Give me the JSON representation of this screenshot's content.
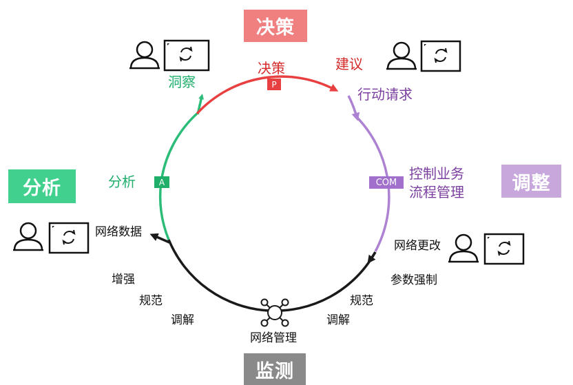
{
  "stages": {
    "decision": "决策",
    "analysis": "分析",
    "adjust": "调整",
    "monitor": "监测"
  },
  "nodes": {
    "p_tag": "P",
    "a_tag": "A",
    "com_tag": "COM"
  },
  "labels": {
    "decision_top": "决策",
    "suggest": "建议",
    "action_request": "行动请求",
    "insight": "洞察",
    "analysis": "分析",
    "control_line1": "控制业务",
    "control_line2": "流程管理",
    "network_data": "网络数据",
    "network_change": "网络更改",
    "enhance": "增强",
    "standard_left": "规范",
    "tune_left": "调解",
    "network_mgmt": "网络管理",
    "param_force": "参数强制",
    "standard_right": "规范",
    "tune_right": "调解"
  },
  "colors": {
    "decision": "#f07f80",
    "analysis": "#42d08f",
    "adjust": "#c7a7dc",
    "monitor": "#8a8a8a",
    "arc_red": "#e84040",
    "arc_green": "#2bbd77",
    "arc_purple": "#ad82d2",
    "arc_black": "#1a1a1a"
  }
}
